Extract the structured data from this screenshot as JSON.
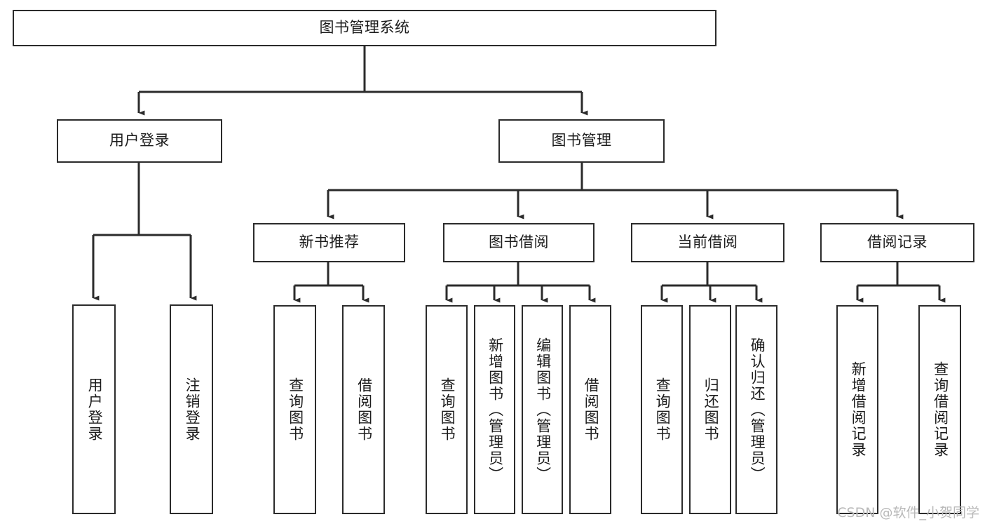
{
  "diagram": {
    "title": "图书管理系统",
    "type": "tree-hierarchy",
    "root": {
      "id": "root",
      "label": "图书管理系统"
    },
    "level2": [
      {
        "id": "user-login",
        "label": "用户登录"
      },
      {
        "id": "book-manage",
        "label": "图书管理"
      }
    ],
    "level3": [
      {
        "id": "new-book-recommend",
        "label": "新书推荐",
        "parent": "book-manage"
      },
      {
        "id": "book-borrow",
        "label": "图书借阅",
        "parent": "book-manage"
      },
      {
        "id": "current-borrow",
        "label": "当前借阅",
        "parent": "book-manage"
      },
      {
        "id": "borrow-record",
        "label": "借阅记录",
        "parent": "book-manage"
      }
    ],
    "leaves": [
      {
        "id": "leaf-user-login",
        "label": "用户登录",
        "parent": "user-login"
      },
      {
        "id": "leaf-logout-login",
        "label": "注销登录",
        "parent": "user-login"
      },
      {
        "id": "leaf-query-book-1",
        "label": "查询图书",
        "parent": "new-book-recommend"
      },
      {
        "id": "leaf-borrow-book-1",
        "label": "借阅图书",
        "parent": "new-book-recommend"
      },
      {
        "id": "leaf-query-book-2",
        "label": "查询图书",
        "parent": "book-borrow"
      },
      {
        "id": "leaf-add-book",
        "label": "新增图书（管理员）",
        "parent": "book-borrow"
      },
      {
        "id": "leaf-edit-book",
        "label": "编辑图书（管理员）",
        "parent": "book-borrow"
      },
      {
        "id": "leaf-borrow-book-2",
        "label": "借阅图书",
        "parent": "book-borrow"
      },
      {
        "id": "leaf-query-book-3",
        "label": "查询图书",
        "parent": "current-borrow"
      },
      {
        "id": "leaf-return-book",
        "label": "归还图书",
        "parent": "current-borrow"
      },
      {
        "id": "leaf-confirm-return",
        "label": "确认归还（管理员）",
        "parent": "current-borrow"
      },
      {
        "id": "leaf-add-record",
        "label": "新增借阅记录",
        "parent": "borrow-record"
      },
      {
        "id": "leaf-query-record",
        "label": "查询借阅记录",
        "parent": "borrow-record"
      }
    ]
  },
  "watermark": {
    "text": "CSDN @软件_小贺同学"
  },
  "colors": {
    "stroke": "#2b2b2b",
    "background": "#ffffff",
    "text": "#1c1c1c",
    "watermark": "#b9b9b9"
  }
}
